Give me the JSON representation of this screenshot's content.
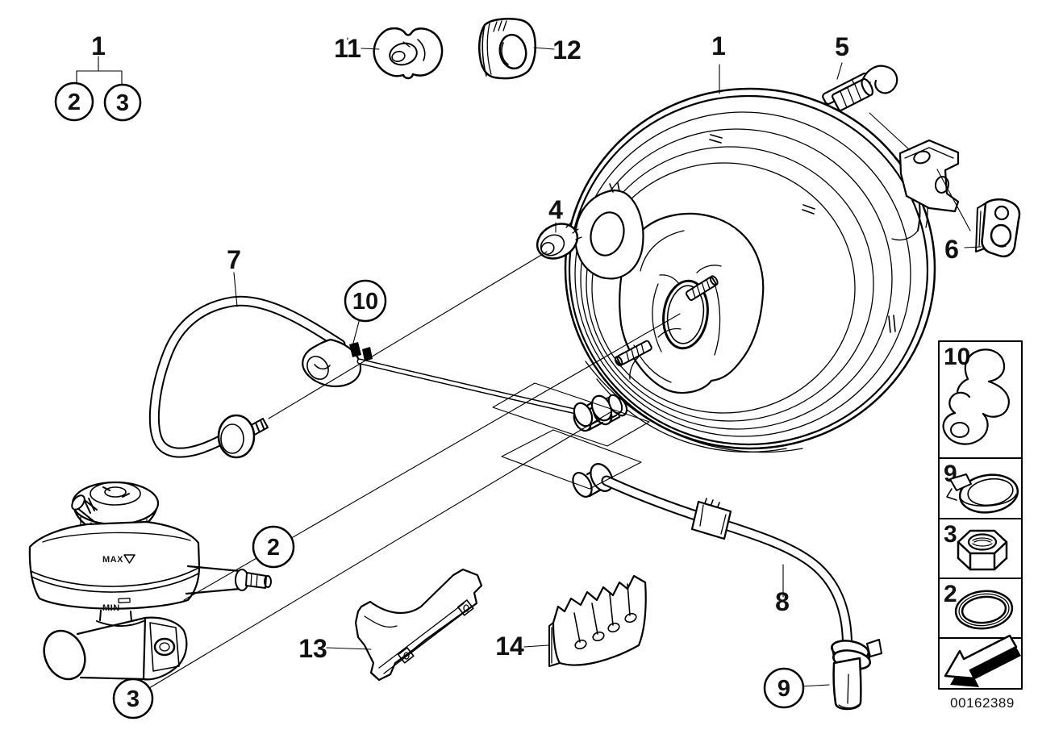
{
  "figure": {
    "doc_number": "00162389",
    "fluid_marks": {
      "max": "MAX",
      "min": "MIN"
    }
  },
  "callouts": {
    "legend_group": "1",
    "legend_item_a": "2",
    "legend_item_b": "3",
    "clip_11": "11",
    "grommet_12": "12",
    "booster_1": "1",
    "pin_5": "5",
    "clip_6": "6",
    "grommet_4": "4",
    "hose_7": "7",
    "clamp_10": "10",
    "seal_2": "2",
    "nut_3": "3",
    "bracket_13": "13",
    "holder_14": "14",
    "hose_8": "8",
    "clamp_9": "9"
  },
  "sidebar": {
    "cells": [
      {
        "label": "10",
        "icon": "pipe-clip-icon"
      },
      {
        "label": "9",
        "icon": "hose-clamp-icon"
      },
      {
        "label": "3",
        "icon": "hex-nut-icon"
      },
      {
        "label": "2",
        "icon": "o-ring-icon"
      },
      {
        "label": "",
        "icon": "direction-arrow-icon"
      }
    ]
  }
}
